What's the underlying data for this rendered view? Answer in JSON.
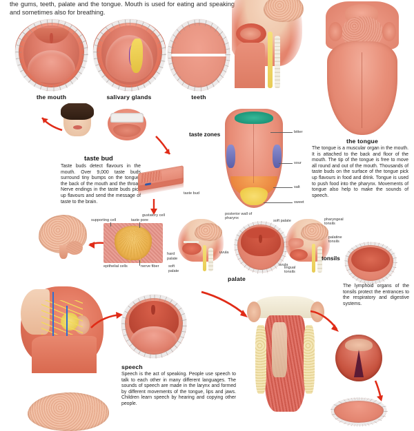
{
  "intro": {
    "text": "the gums, teeth, palate and the tongue. Mouth is used for eating and speaking and sometimes also for breathing."
  },
  "row1": {
    "captions": [
      {
        "id": "the-mouth",
        "label": "the mouth"
      },
      {
        "id": "salivary-glands",
        "label": "salivary glands"
      },
      {
        "id": "teeth",
        "label": "teeth"
      }
    ]
  },
  "taste_bud_section": {
    "heading": "taste bud",
    "text": "Taste buds detect flavours in the mouth. Over 9,000 taste buds surround tiny bumps on the tongue, the back of the mouth and the throat. Nerve endings in the taste buds pick up flavours and send the message of taste to the brain.",
    "block_label": "taste bud"
  },
  "taste_zones": {
    "heading": "taste zones",
    "labels": [
      {
        "id": "bitter",
        "label": "bitter",
        "color": "#1f9e7e"
      },
      {
        "id": "sour",
        "label": "sour",
        "color": "#6f74b8"
      },
      {
        "id": "salt",
        "label": "salt",
        "color": "#ef8a3c"
      },
      {
        "id": "sweet",
        "label": "sweet",
        "color": "#f3d34e"
      }
    ]
  },
  "tongue_section": {
    "heading": "the tongue",
    "text": "The tongue is a muscular organ in the mouth. It is attached to the back and floor of the mouth. The tip of the tongue is free to move all round and out of the mouth. Thousands of taste buds on the surface of the tongue pick up flavours in food and drink. Tongue is used to push food into the pharynx. Movements of tongue also help to make the sounds of speech."
  },
  "taste_bud_cell": {
    "labels": [
      {
        "id": "supporting-cell",
        "label": "supporting cell"
      },
      {
        "id": "taste-pore",
        "label": "taste pore"
      },
      {
        "id": "gustatory-cell",
        "label": "gustatory cell"
      },
      {
        "id": "epithelial-cells",
        "label": "epithelial cells"
      },
      {
        "id": "nerve-fiber",
        "label": "nerve fiber"
      }
    ]
  },
  "palate_section": {
    "heading": "palate",
    "labels": [
      {
        "id": "hard-palate",
        "label": "hard\npalate"
      },
      {
        "id": "soft-palate",
        "label": "soft\npalate"
      },
      {
        "id": "uvula",
        "label": "uvula"
      },
      {
        "id": "posterior-wall",
        "label": "posterior wall of\npharynx"
      },
      {
        "id": "soft-palate-2",
        "label": "soft palate"
      },
      {
        "id": "uvula-2",
        "label": "uvula"
      }
    ]
  },
  "tonsils_section": {
    "heading": "tonsils",
    "labels": [
      {
        "id": "pharyngeal-tonsils",
        "label": "pharyngeal\ntonsils"
      },
      {
        "id": "palatine-tonsils",
        "label": "palatine\ntonsils"
      },
      {
        "id": "lingual-tonsils",
        "label": "lingual\ntonsils"
      }
    ],
    "text": "The lymphoid organs of the tonsils protect the entrances to the respiratory and digestive systems."
  },
  "speech_section": {
    "heading": "speech",
    "text": "Speech is the act of speaking. People use speech to talk to each other in many different languages. The sounds of speech are made in the larynx and formed by different movements of the tongue, lips and jaws. Children learn speech by hearing and copying other people."
  },
  "colors": {
    "arrow": "#e02b17",
    "flesh": "#e4836c",
    "lip": "#e2735c",
    "tooth": "#eceaea",
    "leader": "#5d5d5d"
  }
}
